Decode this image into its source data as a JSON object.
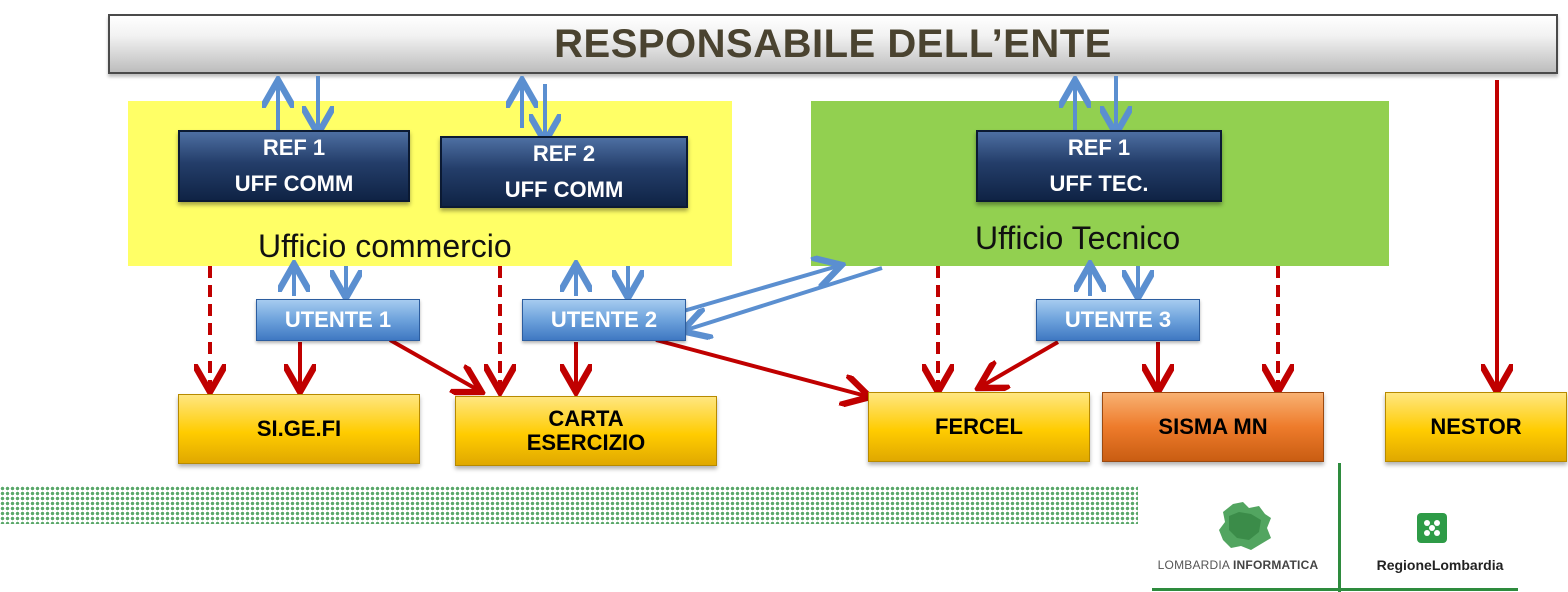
{
  "header": {
    "title": "RESPONSABILE DELL’ENTE"
  },
  "offices": {
    "commercio": {
      "label": "Ufficio commercio"
    },
    "tecnico": {
      "label": "Ufficio Tecnico"
    }
  },
  "refs": {
    "ref1_comm": {
      "line1": "REF 1",
      "line2": "UFF COMM"
    },
    "ref2_comm": {
      "line1": "REF 2",
      "line2": "UFF COMM"
    },
    "ref1_tec": {
      "line1": "REF 1",
      "line2": "UFF TEC."
    }
  },
  "users": {
    "utente1": "UTENTE 1",
    "utente2": "UTENTE 2",
    "utente3": "UTENTE 3"
  },
  "systems": {
    "sigefi": "SI.GE.FI",
    "carta_line1": "CARTA",
    "carta_line2": "ESERCIZIO",
    "fercel": "FERCEL",
    "sisma": "SISMA MN",
    "nestor": "NESTOR"
  },
  "logos": {
    "lombardia_informatica_a": "LOMBARDIA ",
    "lombardia_informatica_b": "INFORMATICA",
    "regione_lombardia": "RegioneLombardia"
  },
  "colors": {
    "banner_text": "#4a4330",
    "office_commercio": "#ffff66",
    "office_tecnico": "#92d050",
    "ref_box": "#243e6a",
    "user_box": "#6da2dc",
    "system_yellow": "#ffcc00",
    "system_orange": "#ee7b2b",
    "arrow_red": "#c00000",
    "arrow_blue": "#5b8fd0",
    "brand_green": "#2e8b3e"
  }
}
